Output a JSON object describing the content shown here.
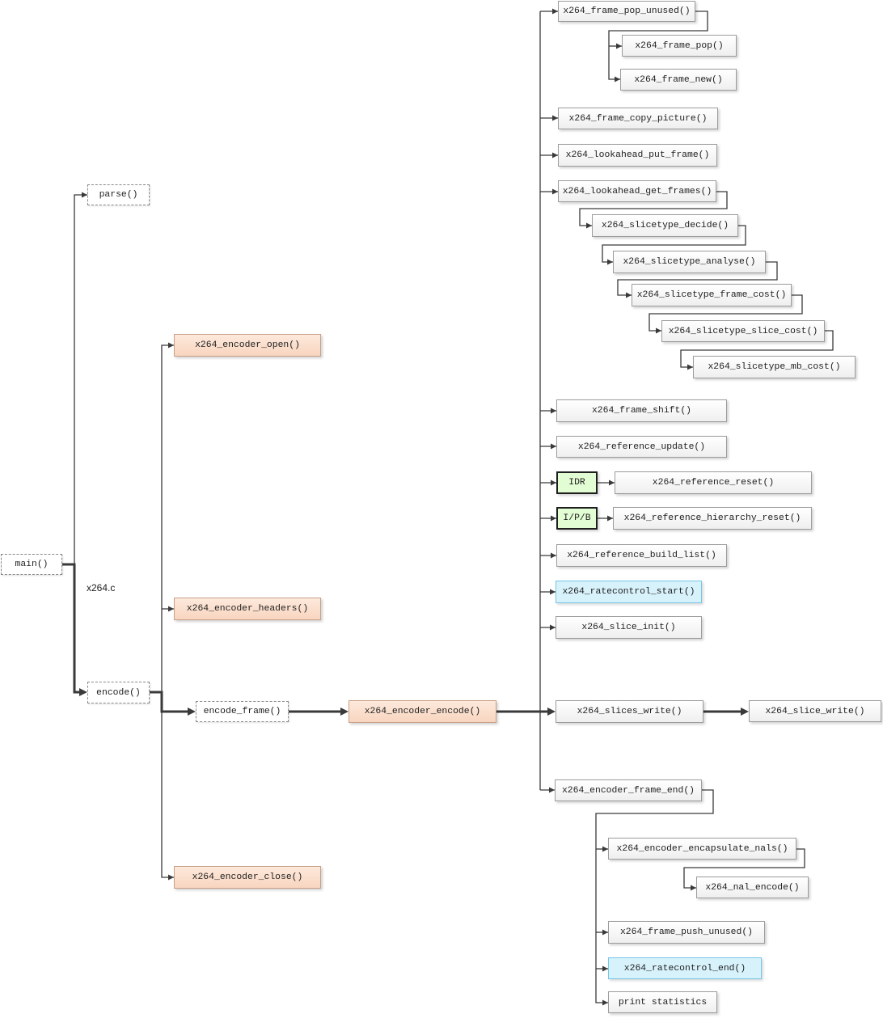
{
  "file_label": "x264.c",
  "colors": {
    "line": "#3a3a3a",
    "text": "#1e1e1e",
    "box_border": "#9c9c9c",
    "box_fill_top": "#ffffff",
    "box_fill_bottom": "#efefef",
    "dashed_border": "#8a8a8a",
    "orange_border": "#c8a189",
    "orange_fill_top": "#fde9dc",
    "orange_fill_bottom": "#f8d5bf",
    "green_border": "#1f1f1f",
    "green_fill": "#e2fcd3",
    "blue_border": "#74c6e6",
    "blue_fill": "#d8f2fc"
  },
  "x264_c": {
    "main": "main()",
    "parse": "parse()",
    "encode": "encode()",
    "encode_frame": "encode_frame()"
  },
  "encoder_api": {
    "open": "x264_encoder_open()",
    "headers": "x264_encoder_headers()",
    "encode": "x264_encoder_encode()",
    "close": "x264_encoder_close()"
  },
  "encoder_encode_calls": {
    "frame_pop_unused": "x264_frame_pop_unused()",
    "frame_pop": "x264_frame_pop()",
    "frame_new": "x264_frame_new()",
    "frame_copy_picture": "x264_frame_copy_picture()",
    "lookahead_put_frame": "x264_lookahead_put_frame()",
    "lookahead_get_frames": "x264_lookahead_get_frames()",
    "slicetype_decide": "x264_slicetype_decide()",
    "slicetype_analyse": "x264_slicetype_analyse()",
    "slicetype_frame_cost": "x264_slicetype_frame_cost()",
    "slicetype_slice_cost": "x264_slicetype_slice_cost()",
    "slicetype_mb_cost": "x264_slicetype_mb_cost()",
    "frame_shift": "x264_frame_shift()",
    "reference_update": "x264_reference_update()",
    "idr": "IDR",
    "reference_reset": "x264_reference_reset()",
    "ipb": "I/P/B",
    "reference_hierarchy_reset": "x264_reference_hierarchy_reset()",
    "reference_build_list": "x264_reference_build_list()",
    "ratecontrol_start": "x264_ratecontrol_start()",
    "slice_init": "x264_slice_init()",
    "slices_write": "x264_slices_write()",
    "slice_write": "x264_slice_write()",
    "encoder_frame_end": "x264_encoder_frame_end()"
  },
  "frame_end_calls": {
    "encapsulate_nals": "x264_encoder_encapsulate_nals()",
    "nal_encode": "x264_nal_encode()",
    "frame_push_unused": "x264_frame_push_unused()",
    "ratecontrol_end": "x264_ratecontrol_end()",
    "print_statistics": "print statistics"
  }
}
